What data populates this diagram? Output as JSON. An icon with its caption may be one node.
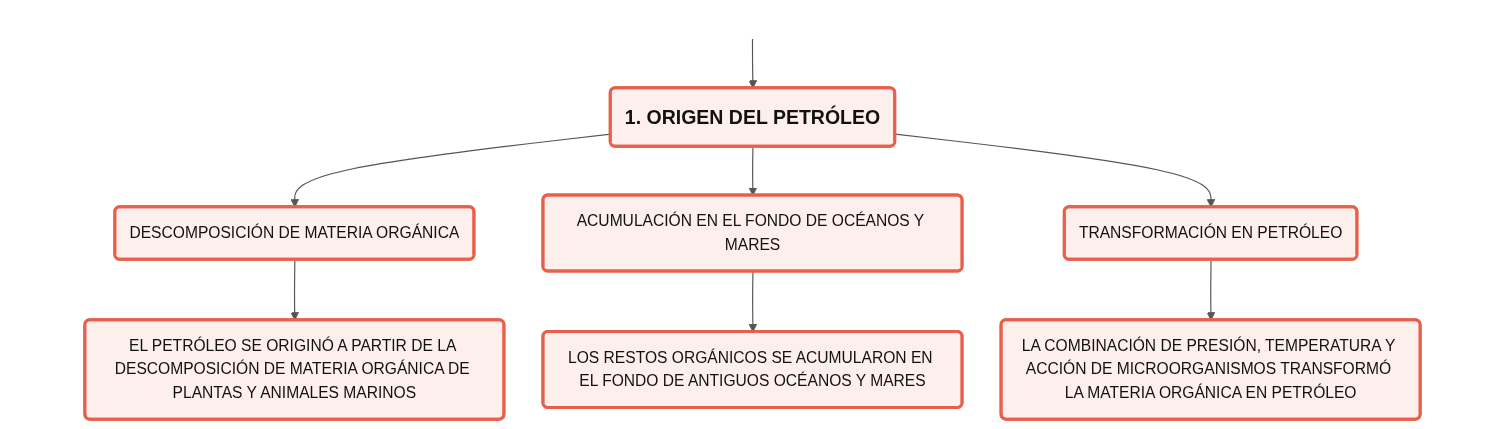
{
  "diagram": {
    "nodes": [
      {
        "text": [
          "1. ORIGEN DEL PETRÓLEO"
        ]
      },
      {
        "text": [
          "DESCOMPOSICIÓN DE MATERIA ORGÁNICA"
        ]
      },
      {
        "text": [
          "ACUMULACIÓN EN EL FONDO DE OCÉANOS Y MARES"
        ]
      },
      {
        "text": [
          "TRANSFORMACIÓN EN PETRÓLEO"
        ]
      },
      {
        "text": [
          "EL PETRÓLEO SE ORIGINÓ A PARTIR DE LA DESCOMPOSICIÓN DE MATERIA ORGÁNICA DE PLANTAS Y ANIMALES MARINOS"
        ]
      },
      {
        "text": [
          "LOS RESTOS ORGÁNICOS SE ACUMULARON EN EL FONDO DE ANTIGUOS OCÉANOS Y MARES"
        ]
      },
      {
        "text": [
          "LA COMBINACIÓN DE PRESIÓN, TEMPERATURA Y ACCIÓN DE MICROORGANISMOS TRANSFORMÓ LA MATERIA ORGÁNICA EN PETRÓLEO"
        ]
      }
    ],
    "edges": [
      {
        "from": null,
        "to": 0,
        "arrow": "to"
      },
      {
        "from": 0,
        "to": 1,
        "arrow": "to"
      },
      {
        "from": 0,
        "to": 2,
        "arrow": "to"
      },
      {
        "from": 0,
        "to": 3,
        "arrow": "to"
      },
      {
        "from": 1,
        "to": 4,
        "arrow": "to"
      },
      {
        "from": 2,
        "to": 5,
        "arrow": "to"
      },
      {
        "from": 3,
        "to": 6,
        "arrow": "to"
      }
    ]
  }
}
